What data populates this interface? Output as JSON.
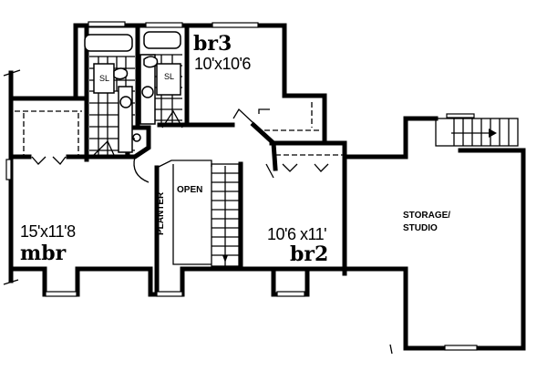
{
  "plan": {
    "rooms": {
      "mbr": {
        "name": "mbr",
        "dimensions": "15'x11'8"
      },
      "br2": {
        "name": "br2",
        "dimensions": "10'6 x11'"
      },
      "br3": {
        "name": "br3",
        "dimensions": "10'x10'6"
      },
      "storage": {
        "line1": "STORAGE/",
        "line2": "STUDIO"
      }
    },
    "labels": {
      "open": "OPEN",
      "planter": "PLANTER",
      "sink_left": "SL",
      "sink_right": "SL"
    },
    "colors": {
      "line": "#000000",
      "background": "#ffffff"
    }
  }
}
